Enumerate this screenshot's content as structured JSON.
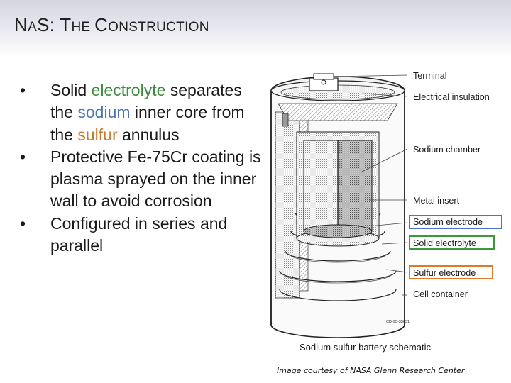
{
  "slide": {
    "title": {
      "part1_big": "N",
      "part1_small": "A",
      "part2": "S: ",
      "part3_big": "T",
      "part3_small": "HE ",
      "part4_big": "C",
      "part4_small": "ONSTRUCTION"
    },
    "bullets": [
      {
        "segments": [
          {
            "text": "Solid ",
            "color": "default"
          },
          {
            "text": "electrolyte",
            "color": "green"
          },
          {
            "text": " separates the ",
            "color": "default"
          },
          {
            "text": "sodium",
            "color": "blue"
          },
          {
            "text": " inner core from the ",
            "color": "default"
          },
          {
            "text": "sulfur",
            "color": "orange"
          },
          {
            "text": " annulus",
            "color": "default"
          }
        ]
      },
      {
        "segments": [
          {
            "text": "Protective Fe-75Cr coating is plasma sprayed on the inner wall to avoid corrosion",
            "color": "default"
          }
        ]
      },
      {
        "segments": [
          {
            "text": "Configured in series and parallel",
            "color": "default"
          }
        ]
      }
    ],
    "bullet_glyph": "•",
    "colors": {
      "electrolyte": "#3d8a3d",
      "sodium": "#4a76b5",
      "sulfur": "#c8782a",
      "sodium_box": "#4a74c9",
      "electrolyte_box": "#3a9a3a",
      "sulfur_box": "#e07a2a"
    }
  },
  "diagram": {
    "labels": {
      "terminal": "Terminal",
      "electrical_insulation": "Electrical insulation",
      "sodium_chamber": "Sodium chamber",
      "metal_insert": "Metal insert",
      "sodium_electrode": "Sodium electrode",
      "solid_electrolyte": "Solid electrolyte",
      "sulfur_electrode": "Sulfur electrode",
      "cell_container": "Cell container"
    },
    "figure_code": "CD-95-33631",
    "caption": "Sodium sulfur battery schematic"
  },
  "credit": "Image courtesy of NASA Glenn Research Center"
}
